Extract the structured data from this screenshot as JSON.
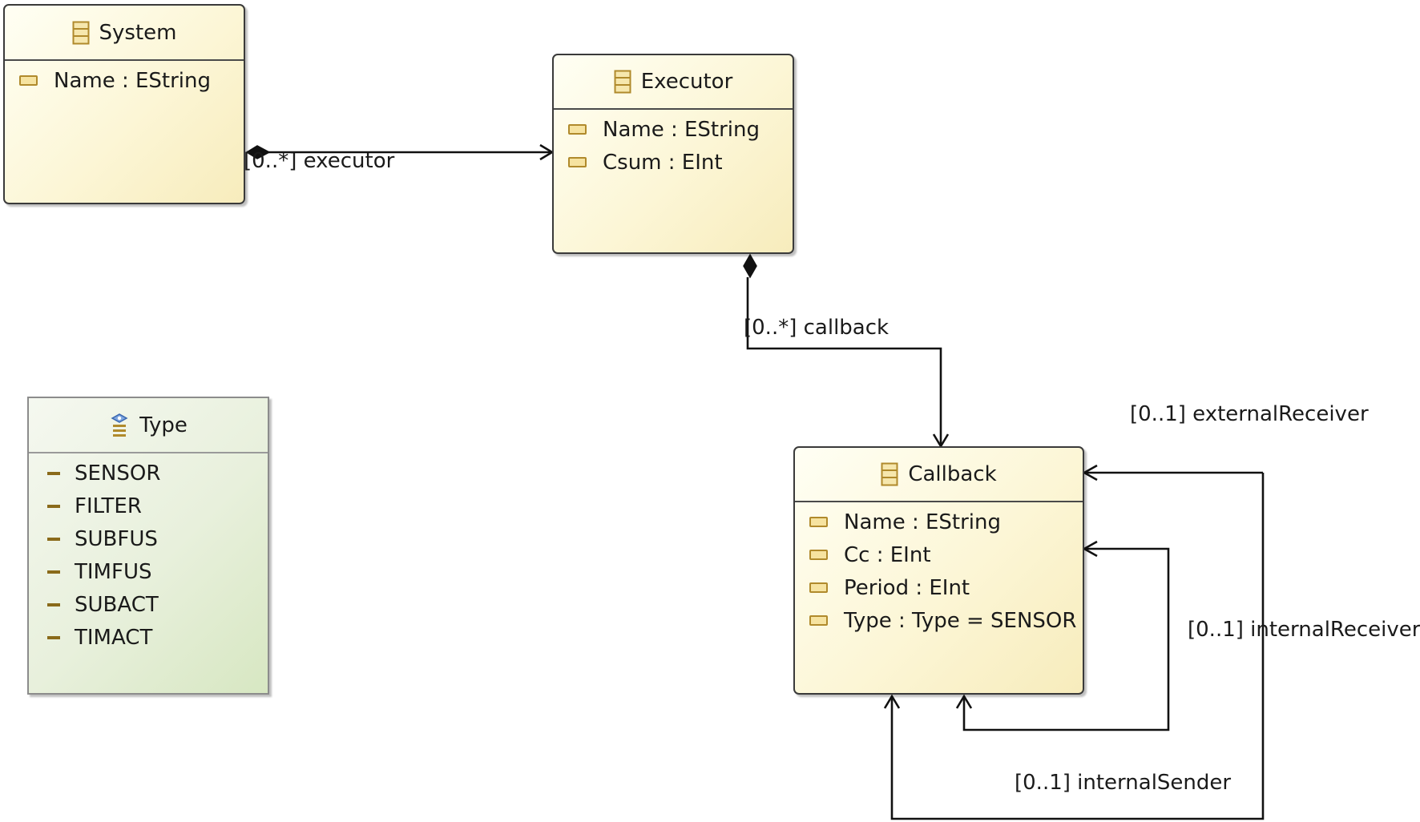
{
  "classes": {
    "system": {
      "name": "System",
      "attributes": [
        "Name : EString"
      ]
    },
    "executor": {
      "name": "Executor",
      "attributes": [
        "Name : EString",
        "Csum : EInt"
      ]
    },
    "callback": {
      "name": "Callback",
      "attributes": [
        "Name : EString",
        "Cc : EInt",
        "Period : EInt",
        "Type : Type = SENSOR"
      ]
    }
  },
  "enum": {
    "name": "Type",
    "literals": [
      "SENSOR",
      "FILTER",
      "SUBFUS",
      "TIMFUS",
      "SUBACT",
      "TIMACT"
    ]
  },
  "references": {
    "executor": "[0..*] executor",
    "callback": "[0..*] callback",
    "external_receiver": "[0..1] externalReceiver",
    "internal_receiver": "[0..1] internalReceiver",
    "internal_sender": "[0..1] internalSender"
  },
  "colors": {
    "class_fill": "#fcf6d6",
    "enum_fill": "#e8f0dc",
    "attr_icon": "#b08a2c",
    "line": "#111111"
  },
  "icons": {
    "class": "eclass-icon",
    "enum": "eenum-icon",
    "attribute": "eattribute-icon",
    "literal": "eliteral-icon"
  }
}
